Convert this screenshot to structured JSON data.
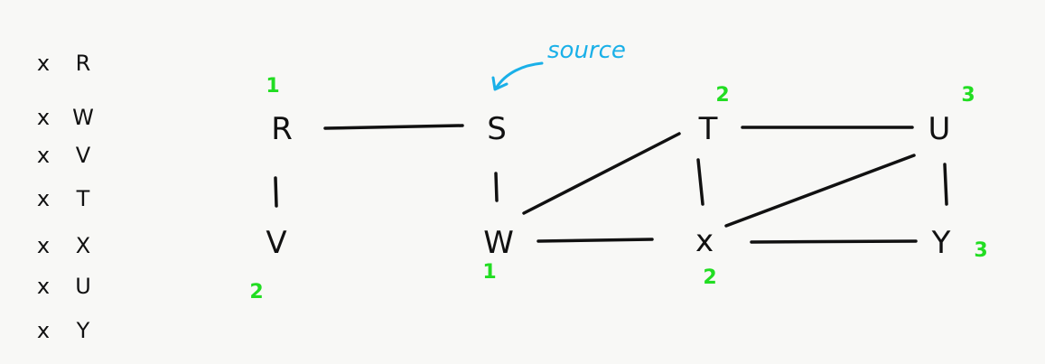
{
  "colors": {
    "ink": "#111111",
    "distance": "#22dd22",
    "annotation": "#1ab0e8",
    "background": "#f8f8f6"
  },
  "annotation": {
    "text": "source",
    "target_node": "S"
  },
  "visited_list": [
    {
      "mark": "x",
      "node": "R"
    },
    {
      "mark": "x",
      "node": "W"
    },
    {
      "mark": "x",
      "node": "V"
    },
    {
      "mark": "x",
      "node": "T"
    },
    {
      "mark": "x",
      "node": "X"
    },
    {
      "mark": "x",
      "node": "U"
    },
    {
      "mark": "x",
      "node": "Y"
    }
  ],
  "nodes": [
    {
      "id": "R",
      "label": "R",
      "distance": "1"
    },
    {
      "id": "S",
      "label": "S",
      "distance": ""
    },
    {
      "id": "T",
      "label": "T",
      "distance": "2"
    },
    {
      "id": "U",
      "label": "U",
      "distance": "3"
    },
    {
      "id": "V",
      "label": "V",
      "distance": "2"
    },
    {
      "id": "W",
      "label": "W",
      "distance": "1"
    },
    {
      "id": "X",
      "label": "x",
      "distance": "2"
    },
    {
      "id": "Y",
      "label": "Y",
      "distance": "3"
    }
  ],
  "edges": [
    [
      "R",
      "S"
    ],
    [
      "S",
      "W"
    ],
    [
      "T",
      "U"
    ],
    [
      "R",
      "V"
    ],
    [
      "W",
      "T"
    ],
    [
      "T",
      "X"
    ],
    [
      "W",
      "X"
    ],
    [
      "X",
      "U"
    ],
    [
      "U",
      "Y"
    ],
    [
      "X",
      "Y"
    ]
  ]
}
